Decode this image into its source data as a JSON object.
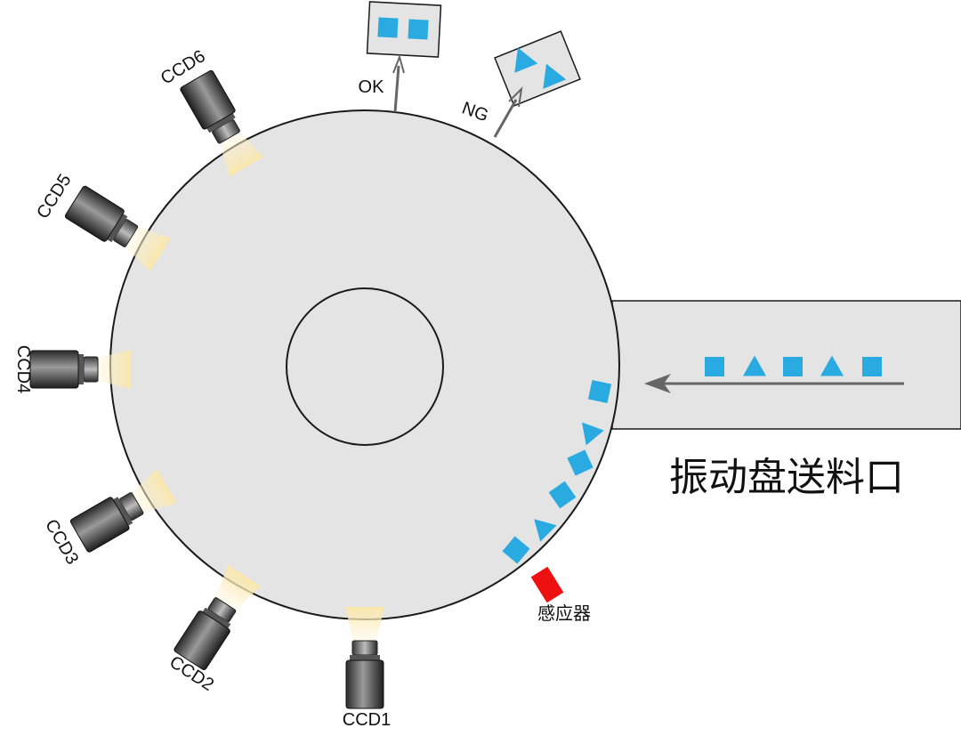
{
  "labels": {
    "ok": "OK",
    "ng": "NG",
    "sensor": "感应器",
    "feeder": "振动盘送料口"
  },
  "cameras": [
    {
      "id": "ccd1",
      "label": "CCD1"
    },
    {
      "id": "ccd2",
      "label": "CCD2"
    },
    {
      "id": "ccd3",
      "label": "CCD3"
    },
    {
      "id": "ccd4",
      "label": "CCD4"
    },
    {
      "id": "ccd5",
      "label": "CCD5"
    },
    {
      "id": "ccd6",
      "label": "CCD6"
    }
  ],
  "colors": {
    "disk_fill": "#e4e4e4",
    "outline": "#1a1a1a",
    "part_blue": "#29abe2",
    "sensor_red": "#ee1111",
    "arrow_gray": "#666666",
    "light_beam": "#fbe9b0",
    "bin_fill": "#e4e4e4"
  },
  "conveyor_parts": [
    "square",
    "triangle",
    "square",
    "triangle",
    "square"
  ],
  "ok_bin_parts": [
    "square",
    "square"
  ],
  "ng_bin_parts": [
    "triangle",
    "triangle"
  ],
  "disk_parts": [
    "square",
    "triangle",
    "square",
    "square",
    "triangle",
    "square"
  ]
}
